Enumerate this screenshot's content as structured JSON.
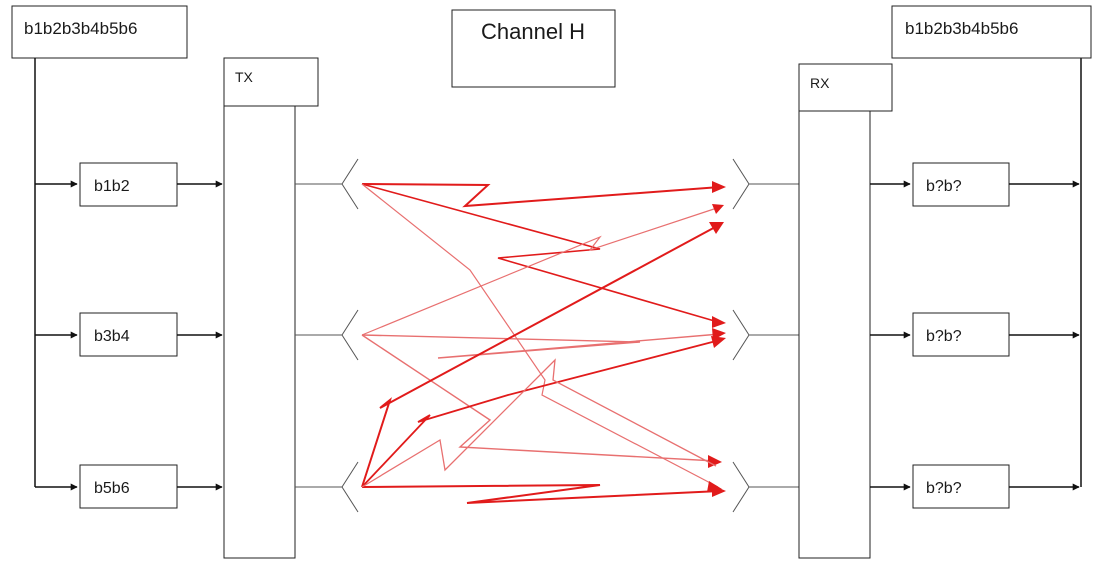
{
  "input_bits": "b1b2b3b4b5b6",
  "output_bits": "b1b2b3b4b5b6",
  "channel_label": "Channel H",
  "tx_label": "TX",
  "rx_label": "RX",
  "input_pairs": [
    "b1b2",
    "b3b4",
    "b5b6"
  ],
  "output_pairs": [
    "b?b?",
    "b?b?",
    "b?b?"
  ],
  "colors": {
    "line": "#111111",
    "signal": "#e11b1b",
    "signal_light": "#e87070"
  }
}
